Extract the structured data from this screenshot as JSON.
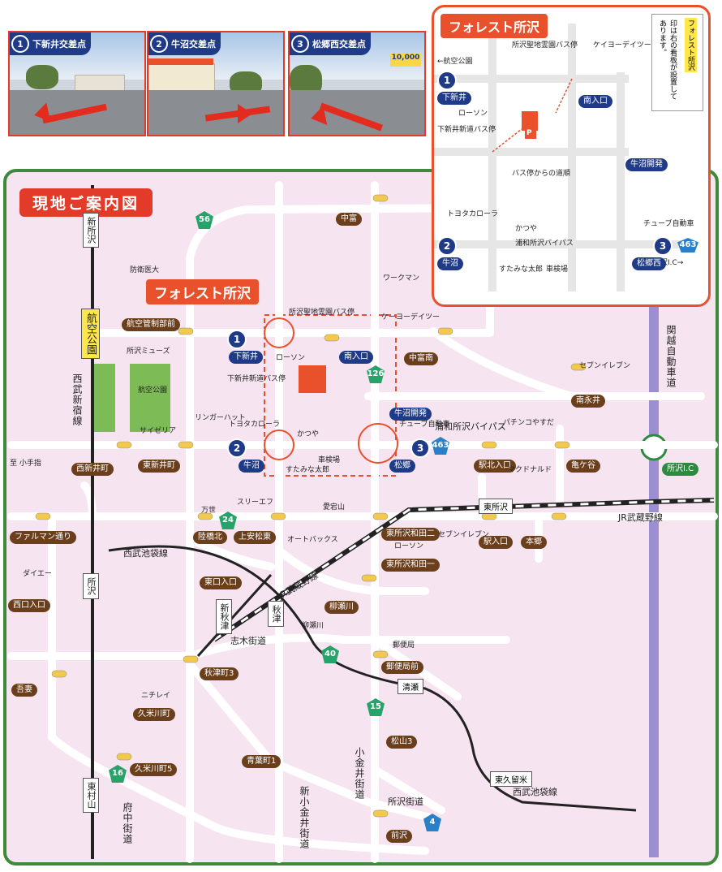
{
  "photos": [
    {
      "num": "1",
      "label": "下新井交差点"
    },
    {
      "num": "2",
      "label": "牛沼交差点"
    },
    {
      "num": "3",
      "label": "松郷西交差点"
    }
  ],
  "photo_sign": "10,000",
  "map_title": "現地ご案内図",
  "forest_name": "フォレスト所沢",
  "inset": {
    "title": "フォレスト所沢",
    "sign_note": "印は右の看板が設置してあります。",
    "sign_text": "フォレスト所沢",
    "labels": [
      "所沢聖地霊園バス停",
      "ケイヨーデイツー",
      "←航空公園",
      "ローソン",
      "下新井新道バス停",
      "バス停からの道順",
      "トヨタカローラ",
      "かつや",
      "チューブ自動車",
      "浦和所沢バイパス",
      "すたみな太郎",
      "車検場",
      "所沢I.C→"
    ],
    "intersections": [
      "下新井",
      "南入口",
      "牛沼開発",
      "牛沼",
      "松郷西"
    ],
    "nums": [
      "1",
      "2",
      "3"
    ],
    "parking": "P",
    "route": "463"
  },
  "intersections_brown": [
    "中富",
    "航空管制部前",
    "中富南",
    "南永井",
    "西新井町",
    "東新井町",
    "駅北入口",
    "亀ケ谷",
    "ファルマン通り",
    "陸橋北",
    "上安松東",
    "東所沢和田二",
    "東所沢和田一",
    "駅入口",
    "本郷",
    "西口入口",
    "東口入口",
    "柳瀬川",
    "秋津町3",
    "郵便局前",
    "吾妻",
    "久米川町",
    "久米川町5",
    "青葉町1",
    "松山3",
    "前沢"
  ],
  "intersections_blue": [
    "下新井",
    "南入口",
    "牛沼開発",
    "牛沼",
    "松郷"
  ],
  "place_labels": [
    "防衛医大",
    "ワークマン",
    "所沢聖地霊園バス停",
    "ケーヨーデイツー",
    "所沢ミューズ",
    "ローソン",
    "セブンイレブン",
    "下新井新道バス停",
    "航空公園",
    "リンガーハット",
    "サイゼリア",
    "トヨタカローラ",
    "かつや",
    "チューブ自動車",
    "パチンコやすだ",
    "至 小手指",
    "すたみな太郎",
    "車検場",
    "マクドナルド",
    "万世",
    "スリーエフ",
    "愛宕山",
    "オートバックス",
    "セブンイレブン",
    "ローソン",
    "ダイエー",
    "柳瀬川",
    "郵便局",
    "ニチレイ"
  ],
  "road_names": [
    "浦和所沢バイパス",
    "東所沢",
    "JR武蔵野線",
    "西武池袋線",
    "JR武蔵野線",
    "志木街道",
    "清瀬",
    "東久留米",
    "西武池袋線",
    "所沢街道",
    "小金井街道",
    "新小金井街道",
    "府中街道"
  ],
  "vertical_labels": [
    "新所沢",
    "航空公園",
    "西武新宿線",
    "関越自動車道",
    "所沢",
    "東村山",
    "新秋津",
    "秋津"
  ],
  "route_nums": [
    "56",
    "126",
    "463",
    "24",
    "40",
    "15",
    "16",
    "4"
  ],
  "ic_label": "所沢I.C",
  "nums": [
    "1",
    "2",
    "3"
  ],
  "colors": {
    "map_bg": "#f6e4f0",
    "border": "#3f8a3a",
    "badge": "#e23b2a",
    "brown": "#6b3f1c",
    "blue": "#1f3b87",
    "road": "#ffffff"
  }
}
